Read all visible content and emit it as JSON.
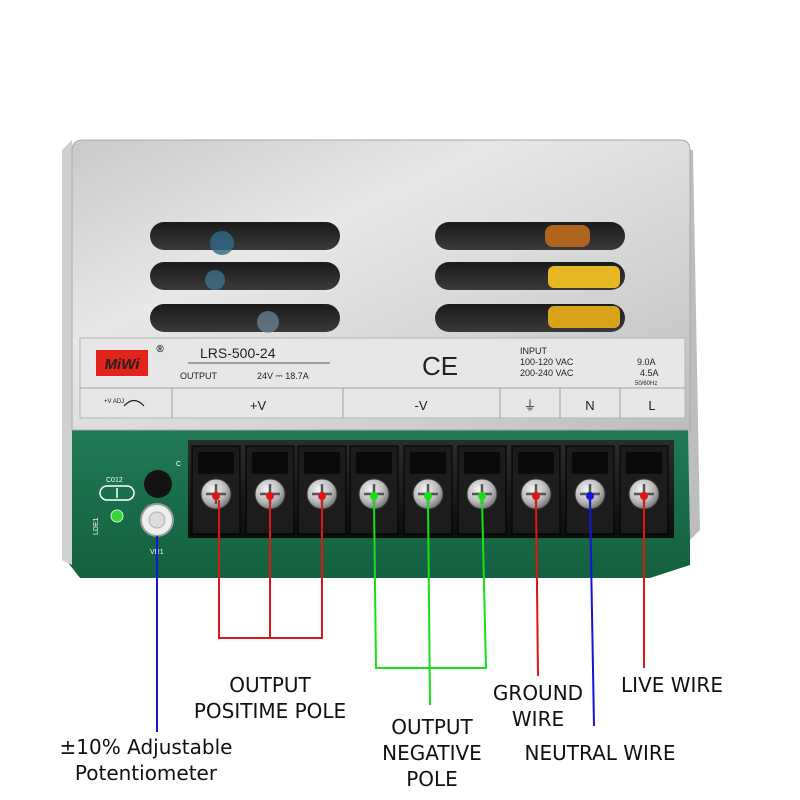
{
  "brand": "MiWi",
  "registered_mark": "®",
  "nameplate": {
    "model": "LRS-500-24",
    "output_label": "OUTPUT",
    "output_value": "24V ⎓ 18.7A",
    "ce_mark": "CE",
    "input_label": "INPUT",
    "input_line1": "100-120 VAC",
    "input_line2": "200-240 VAC",
    "current1": "9.0A",
    "current2": "4.5A",
    "frequency": "50/60Hz",
    "adj_label": "+V ADJ",
    "terminal_labels": [
      "+V",
      "-V",
      "⏚",
      "N",
      "L"
    ]
  },
  "pcb_labels": {
    "led_ref": "LDE1",
    "cap_ref": "C012",
    "pot_ref": "VR1",
    "c_ref": "C"
  },
  "wire_colors": {
    "positive": "#e01515",
    "negative": "#18e018",
    "ground": "#e01515",
    "neutral": "#1515d8",
    "live": "#e01515",
    "potentiometer": "#1515d8"
  },
  "callouts": {
    "output_positive": [
      "OUTPUT",
      "POSITIME POLE"
    ],
    "output_negative": [
      "OUTPUT",
      "NEGATIVE",
      "POLE"
    ],
    "ground": [
      "GROUND",
      "WIRE"
    ],
    "live": "LIVE  WIRE",
    "neutral": "NEUTRAL WIRE",
    "potentiometer": [
      "±10% Adjustable",
      "Potentiometer"
    ]
  }
}
